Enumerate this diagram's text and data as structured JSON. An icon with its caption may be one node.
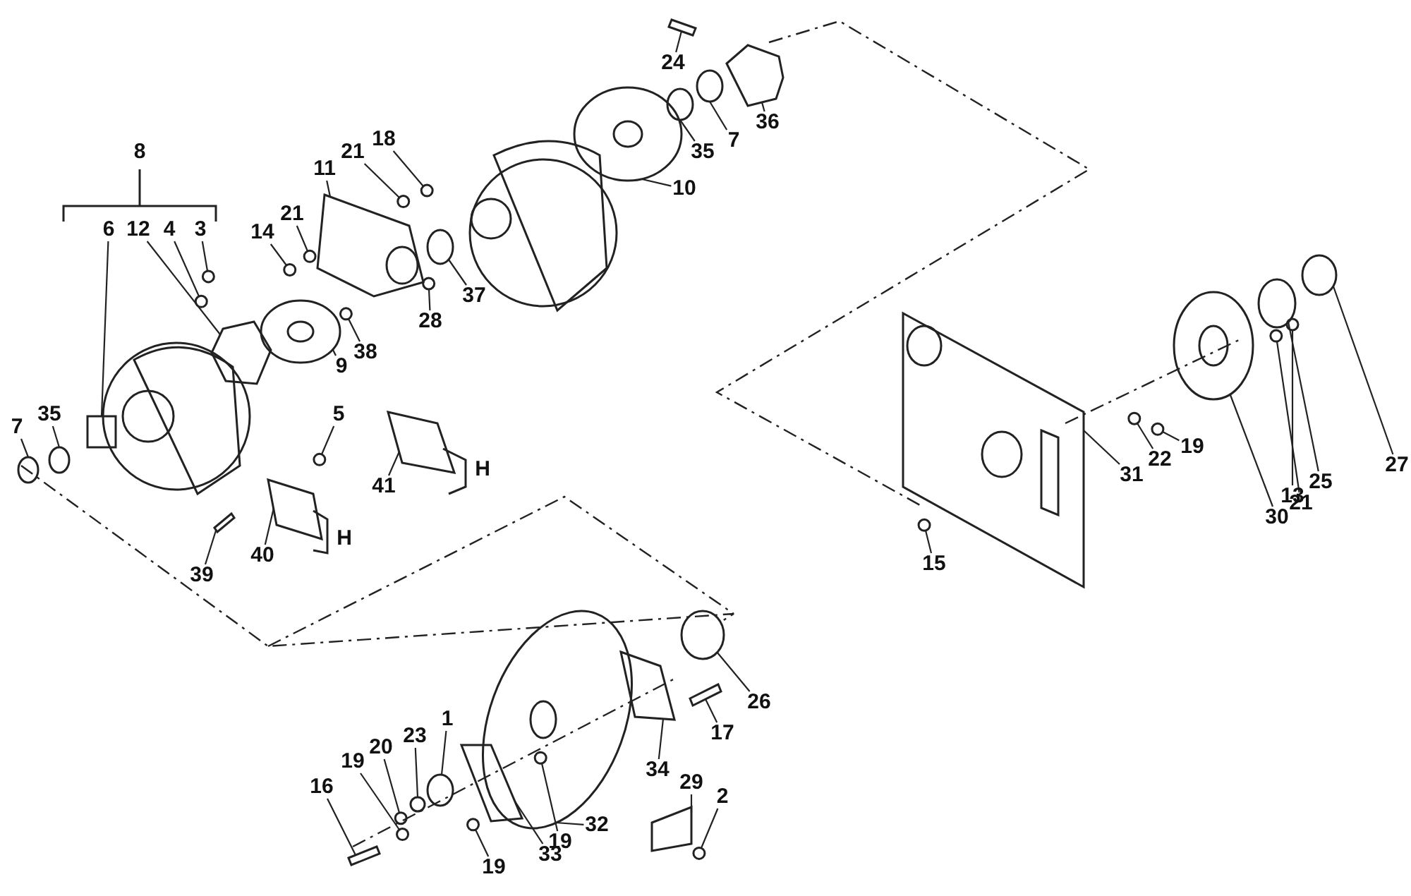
{
  "diagram": {
    "nodes": [
      {
        "text": [
          "24"
        ]
      },
      {
        "text": [
          "36"
        ]
      },
      {
        "text": [
          "7"
        ]
      },
      {
        "text": [
          "35"
        ]
      },
      {
        "text": [
          "10"
        ]
      },
      {
        "text": [
          "18"
        ]
      },
      {
        "text": [
          "21"
        ]
      },
      {
        "text": [
          "11"
        ]
      },
      {
        "text": [
          "21"
        ]
      },
      {
        "text": [
          "14"
        ]
      },
      {
        "text": [
          "6"
        ]
      },
      {
        "text": [
          "12"
        ]
      },
      {
        "text": [
          "4"
        ]
      },
      {
        "text": [
          "3"
        ]
      },
      {
        "text": [
          "37"
        ]
      },
      {
        "text": [
          "28"
        ]
      },
      {
        "text": [
          "9"
        ]
      },
      {
        "text": [
          "38"
        ]
      },
      {
        "text": [
          "5"
        ]
      },
      {
        "text": [
          "35"
        ]
      },
      {
        "text": [
          "7"
        ]
      },
      {
        "text": [
          "41"
        ]
      },
      {
        "text": [
          "40"
        ]
      },
      {
        "text": [
          "39"
        ]
      },
      {
        "text": [
          "27"
        ]
      },
      {
        "text": [
          "25"
        ]
      },
      {
        "text": [
          "13"
        ]
      },
      {
        "text": [
          "21"
        ]
      },
      {
        "text": [
          "30"
        ]
      },
      {
        "text": [
          "19"
        ]
      },
      {
        "text": [
          "22"
        ]
      },
      {
        "text": [
          "31"
        ]
      },
      {
        "text": [
          "15"
        ]
      },
      {
        "text": [
          "26"
        ]
      },
      {
        "text": [
          "1"
        ]
      },
      {
        "text": [
          "23"
        ]
      },
      {
        "text": [
          "20"
        ]
      },
      {
        "text": [
          "17"
        ]
      },
      {
        "text": [
          "19"
        ]
      },
      {
        "text": [
          "16"
        ]
      },
      {
        "text": [
          "34"
        ]
      },
      {
        "text": [
          "29"
        ]
      },
      {
        "text": [
          "2"
        ]
      },
      {
        "text": [
          "32"
        ]
      },
      {
        "text": [
          "19"
        ]
      },
      {
        "text": [
          "33"
        ]
      },
      {
        "text": [
          "19"
        ]
      },
      {
        "text": [],
        "shape": "bar"
      },
      {
        "text": [],
        "shape": "box"
      },
      {
        "text": [],
        "shape": "circle"
      },
      {
        "text": [],
        "shape": "circle"
      },
      {
        "text": [],
        "shape": "circle"
      },
      {
        "text": [],
        "shape": "circle"
      },
      {
        "text": [],
        "shape": "circle"
      },
      {
        "text": [],
        "shape": "box"
      },
      {
        "text": [],
        "shape": "circle"
      },
      {
        "text": [],
        "shape": "circle"
      },
      {
        "text": [],
        "shape": "cylinder"
      },
      {
        "text": [],
        "shape": "box"
      },
      {
        "text": [],
        "shape": "circle"
      },
      {
        "text": [],
        "shape": "circle"
      },
      {
        "text": [],
        "shape": "circle"
      },
      {
        "text": [],
        "shape": "circle"
      },
      {
        "text": [],
        "shape": "circle"
      },
      {
        "text": [],
        "shape": "circle"
      },
      {
        "text": [],
        "shape": "circle"
      },
      {
        "text": [],
        "shape": "circle"
      },
      {
        "text": [],
        "shape": "circle"
      },
      {
        "text": [],
        "shape": "box"
      },
      {
        "text": [],
        "shape": "box"
      },
      {
        "text": [],
        "shape": "bar"
      },
      {
        "text": [],
        "shape": "circle"
      },
      {
        "text": [],
        "shape": "circle"
      },
      {
        "text": [],
        "shape": "circle"
      },
      {
        "text": [],
        "shape": "circle"
      },
      {
        "text": [],
        "shape": "circle"
      },
      {
        "text": [],
        "shape": "circle"
      },
      {
        "text": [],
        "shape": "circle"
      },
      {
        "text": [],
        "shape": "box"
      },
      {
        "text": [],
        "shape": "circle"
      },
      {
        "text": [],
        "shape": "circle"
      },
      {
        "text": [],
        "shape": "circle"
      },
      {
        "text": [],
        "shape": "circle"
      },
      {
        "text": [],
        "shape": "circle"
      },
      {
        "text": [],
        "shape": "bar"
      },
      {
        "text": [],
        "shape": "circle"
      },
      {
        "text": [],
        "shape": "bar"
      },
      {
        "text": [],
        "shape": "box"
      },
      {
        "text": [],
        "shape": "box"
      },
      {
        "text": [],
        "shape": "circle"
      },
      {
        "text": [],
        "shape": "circle"
      },
      {
        "text": [],
        "shape": "circle",
        "in": 90
      },
      {
        "text": [],
        "shape": "box"
      },
      {
        "text": [],
        "shape": "circle"
      }
    ],
    "edges": [
      {
        "from": 0,
        "to": 47,
        "arrow": "none"
      },
      {
        "from": 1,
        "to": 48,
        "arrow": "none"
      },
      {
        "from": 2,
        "to": 49,
        "arrow": "none"
      },
      {
        "from": 3,
        "to": 50,
        "arrow": "none"
      },
      {
        "from": 4,
        "to": 51,
        "arrow": "none"
      },
      {
        "from": 5,
        "to": 52,
        "arrow": "none"
      },
      {
        "from": 6,
        "to": 53,
        "arrow": "none"
      },
      {
        "from": 7,
        "to": 54,
        "arrow": "none"
      },
      {
        "from": 8,
        "to": 55,
        "arrow": "none"
      },
      {
        "from": 9,
        "to": 56,
        "arrow": "none"
      },
      {
        "from": 10,
        "to": 57,
        "arrow": "none"
      },
      {
        "from": 11,
        "to": 58,
        "arrow": "none"
      },
      {
        "from": 12,
        "to": 59,
        "arrow": "none"
      },
      {
        "from": 13,
        "to": 60,
        "arrow": "none"
      },
      {
        "from": 14,
        "to": 61,
        "arrow": "none"
      },
      {
        "from": 15,
        "to": 62,
        "arrow": "none"
      },
      {
        "from": 16,
        "to": 63,
        "arrow": "none"
      },
      {
        "from": 17,
        "to": 64,
        "arrow": "none"
      },
      {
        "from": 18,
        "to": 65,
        "arrow": "none"
      },
      {
        "from": 19,
        "to": 66,
        "arrow": "none"
      },
      {
        "from": 20,
        "to": 67,
        "arrow": "none"
      },
      {
        "from": 21,
        "to": 68,
        "arrow": "none"
      },
      {
        "from": 22,
        "to": 69,
        "arrow": "none"
      },
      {
        "from": 23,
        "to": 70,
        "arrow": "none"
      },
      {
        "from": 24,
        "to": 71,
        "arrow": "none"
      },
      {
        "from": 25,
        "to": 72,
        "arrow": "none"
      },
      {
        "from": 26,
        "to": 73,
        "arrow": "none"
      },
      {
        "from": 27,
        "to": 74,
        "arrow": "none"
      },
      {
        "from": 28,
        "to": 75,
        "arrow": "none"
      },
      {
        "from": 29,
        "to": 76,
        "arrow": "none"
      },
      {
        "from": 30,
        "to": 77,
        "arrow": "none"
      },
      {
        "from": 31,
        "to": 78,
        "arrow": "none"
      },
      {
        "from": 32,
        "to": 79,
        "arrow": "none"
      },
      {
        "from": 33,
        "to": 80,
        "arrow": "none"
      },
      {
        "from": 34,
        "to": 81,
        "arrow": "none"
      },
      {
        "from": 35,
        "to": 82,
        "arrow": "none"
      },
      {
        "from": 36,
        "to": 83,
        "arrow": "none"
      },
      {
        "from": 37,
        "to": 84,
        "arrow": "none"
      },
      {
        "from": 38,
        "to": 85,
        "arrow": "none"
      },
      {
        "from": 39,
        "to": 86,
        "arrow": "none"
      },
      {
        "from": 40,
        "to": 87,
        "arrow": "none"
      },
      {
        "from": 41,
        "to": 88,
        "arrow": "none"
      },
      {
        "from": 42,
        "to": 89,
        "arrow": "none"
      },
      {
        "from": 43,
        "to": 90,
        "arrow": "none"
      },
      {
        "from": 44,
        "to": 91,
        "arrow": "none"
      },
      {
        "from": 45,
        "to": 92,
        "arrow": "none"
      },
      {
        "from": 46,
        "to": 93,
        "arrow": "none"
      }
    ],
    "labels": [
      "8",
      "H",
      "H"
    ]
  }
}
